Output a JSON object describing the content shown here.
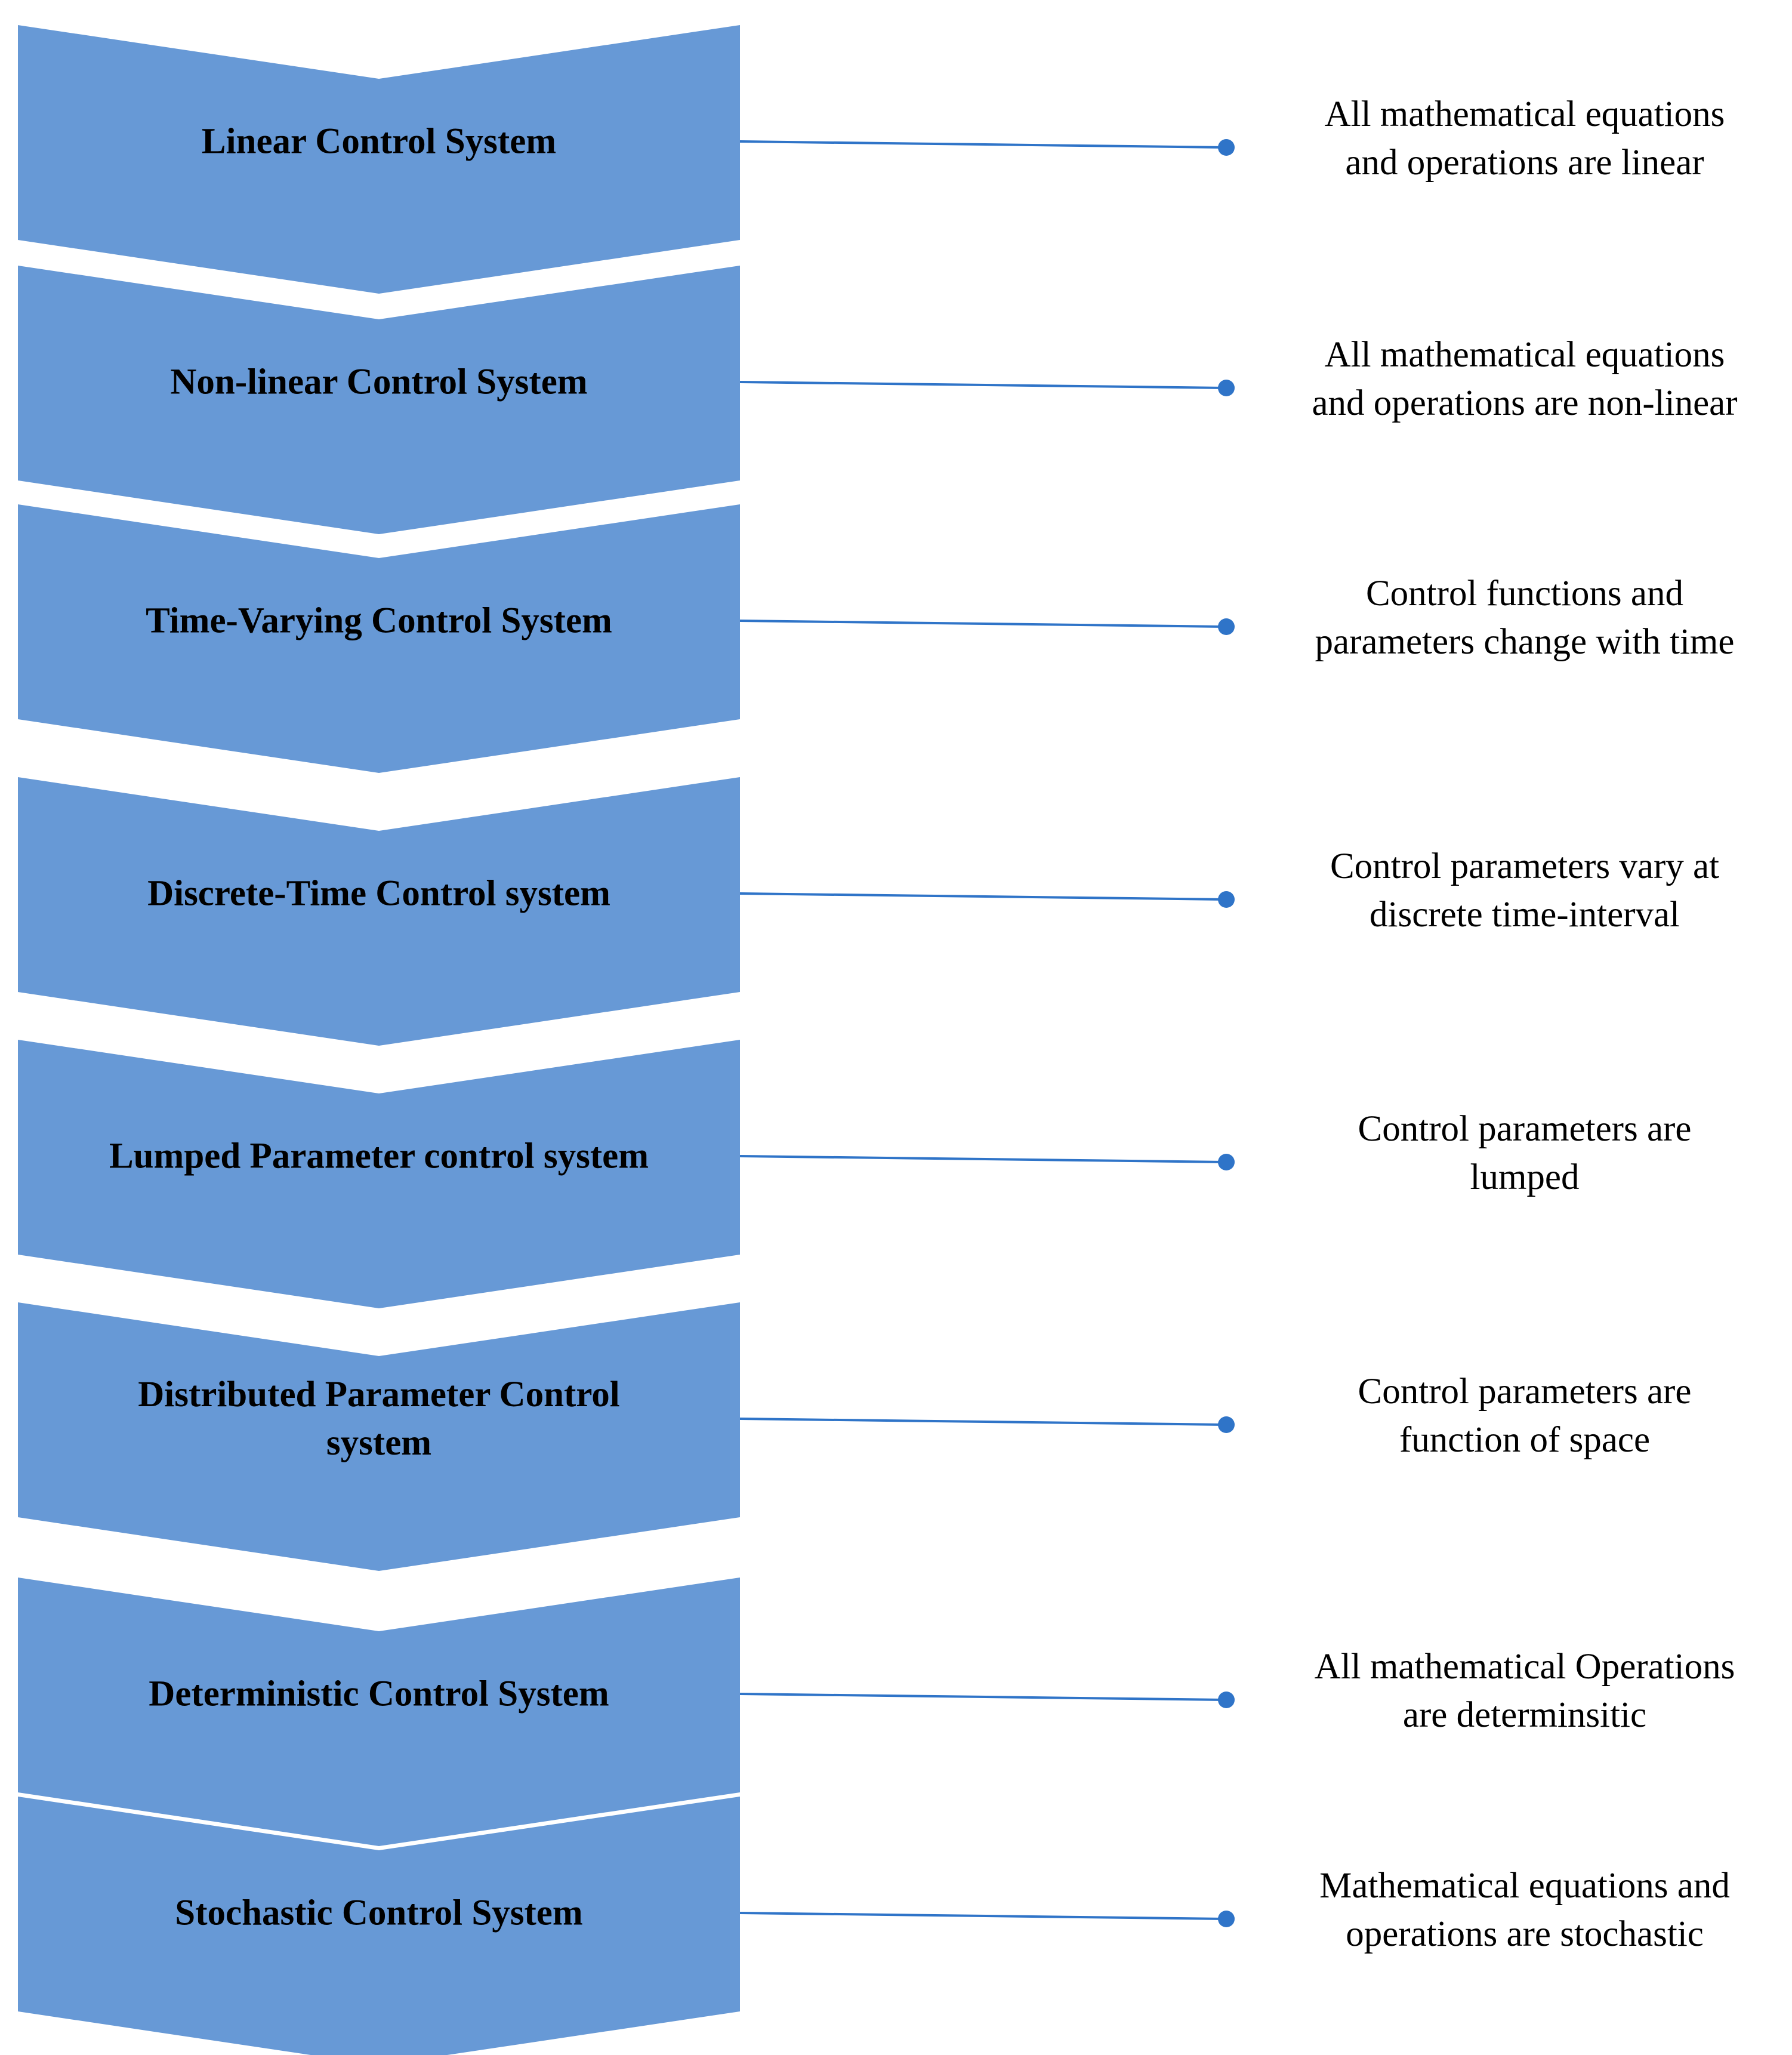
{
  "colors": {
    "chevron_fill": "#6799D6",
    "connector": "#2F74C8",
    "background": "#FFFFFF"
  },
  "steps": [
    {
      "title": [
        "Linear Control System"
      ],
      "description": [
        "All mathematical equations",
        "and operations are linear"
      ]
    },
    {
      "title": [
        "Non-linear Control System"
      ],
      "description": [
        "All mathematical equations",
        "and operations are non-linear"
      ]
    },
    {
      "title": [
        "Time-Varying Control System"
      ],
      "description": [
        "Control functions and",
        "parameters change with time"
      ]
    },
    {
      "title": [
        "Discrete-Time Control system"
      ],
      "description": [
        "Control  parameters vary at",
        "discrete time-interval"
      ]
    },
    {
      "title": [
        "Lumped Parameter control system"
      ],
      "description": [
        "Control parameters are",
        "lumped"
      ]
    },
    {
      "title": [
        "Distributed Parameter Control",
        "system"
      ],
      "description": [
        "Control parameters are",
        "function of space"
      ]
    },
    {
      "title": [
        "Deterministic Control System"
      ],
      "description": [
        "All mathematical Operations",
        "are determinsitic"
      ]
    },
    {
      "title": [
        "Stochastic Control System"
      ],
      "description": [
        "Mathematical equations and",
        "operations are stochastic"
      ]
    }
  ]
}
